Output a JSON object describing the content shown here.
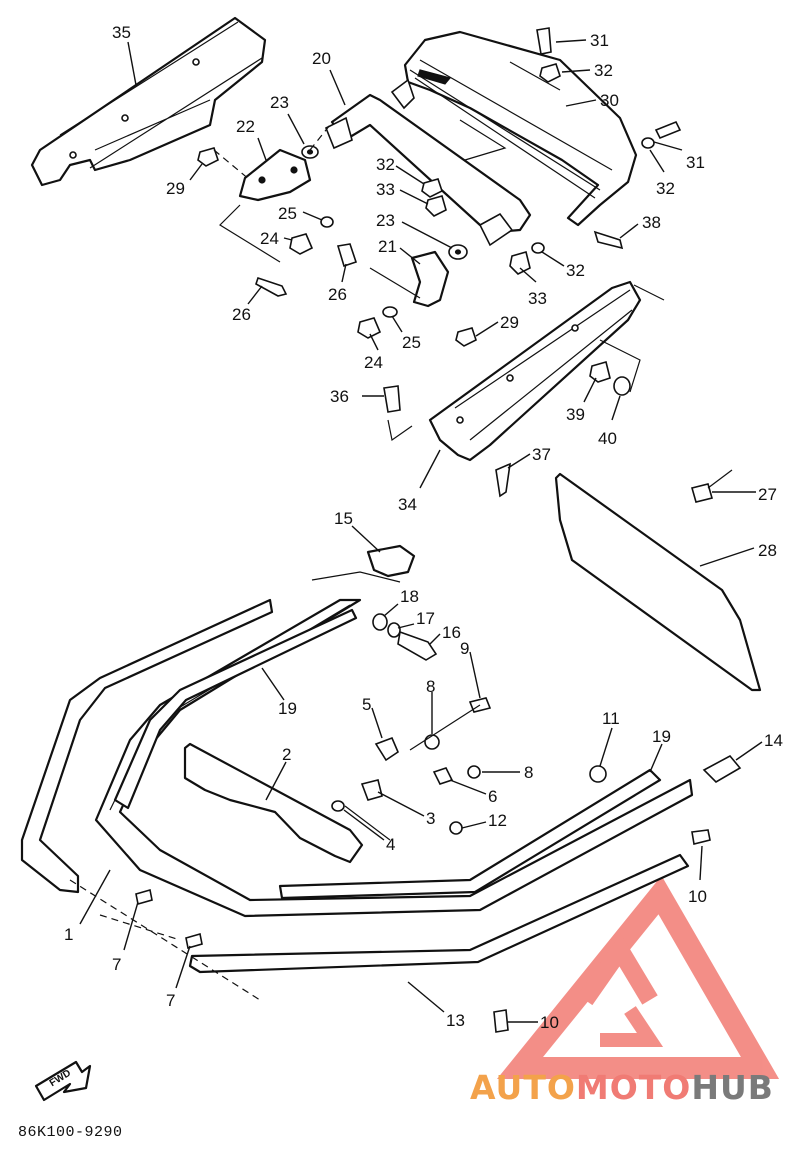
{
  "diagram_code": "86K100-9290",
  "fwd_label": "FWD",
  "watermark": {
    "part1": "AUTO",
    "part2": "MOTO",
    "part3": "HUB"
  },
  "colors": {
    "watermark_orange": "#f3a24b",
    "watermark_red": "#f07b74",
    "watermark_gray": "#7a7a7a",
    "line": "#111111"
  },
  "callouts": [
    "35",
    "20",
    "23",
    "22",
    "29",
    "25",
    "24",
    "26",
    "31",
    "32",
    "30",
    "32",
    "33",
    "23",
    "21",
    "26",
    "25",
    "24",
    "29",
    "31",
    "32",
    "38",
    "32",
    "33",
    "36",
    "39",
    "40",
    "34",
    "37",
    "27",
    "28",
    "15",
    "18",
    "17",
    "16",
    "9",
    "8",
    "19",
    "5",
    "2",
    "6",
    "3",
    "4",
    "8",
    "12",
    "11",
    "19",
    "14",
    "1",
    "7",
    "7",
    "13",
    "10",
    "10"
  ]
}
